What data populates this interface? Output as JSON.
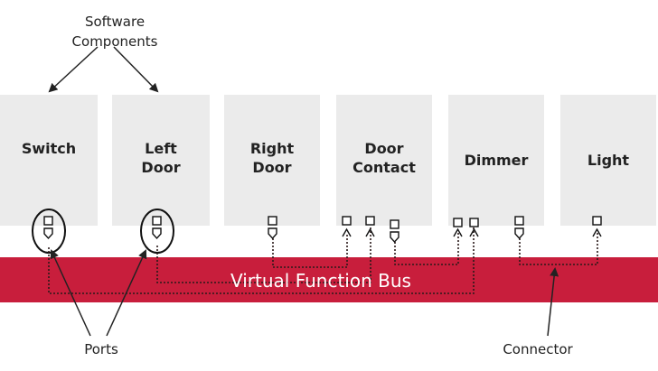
{
  "annotations": {
    "software_components_line1": "Software",
    "software_components_line2": "Components",
    "ports": "Ports",
    "connector": "Connector"
  },
  "bus": {
    "label": "Virtual Function Bus",
    "color": "#c81e3c"
  },
  "components": [
    {
      "name_line1": "Switch",
      "name_line2": ""
    },
    {
      "name_line1": "Left",
      "name_line2": "Door"
    },
    {
      "name_line1": "Right",
      "name_line2": "Door"
    },
    {
      "name_line1": "Door",
      "name_line2": "Contact"
    },
    {
      "name_line1": "Dimmer",
      "name_line2": ""
    },
    {
      "name_line1": "Light",
      "name_line2": ""
    }
  ]
}
